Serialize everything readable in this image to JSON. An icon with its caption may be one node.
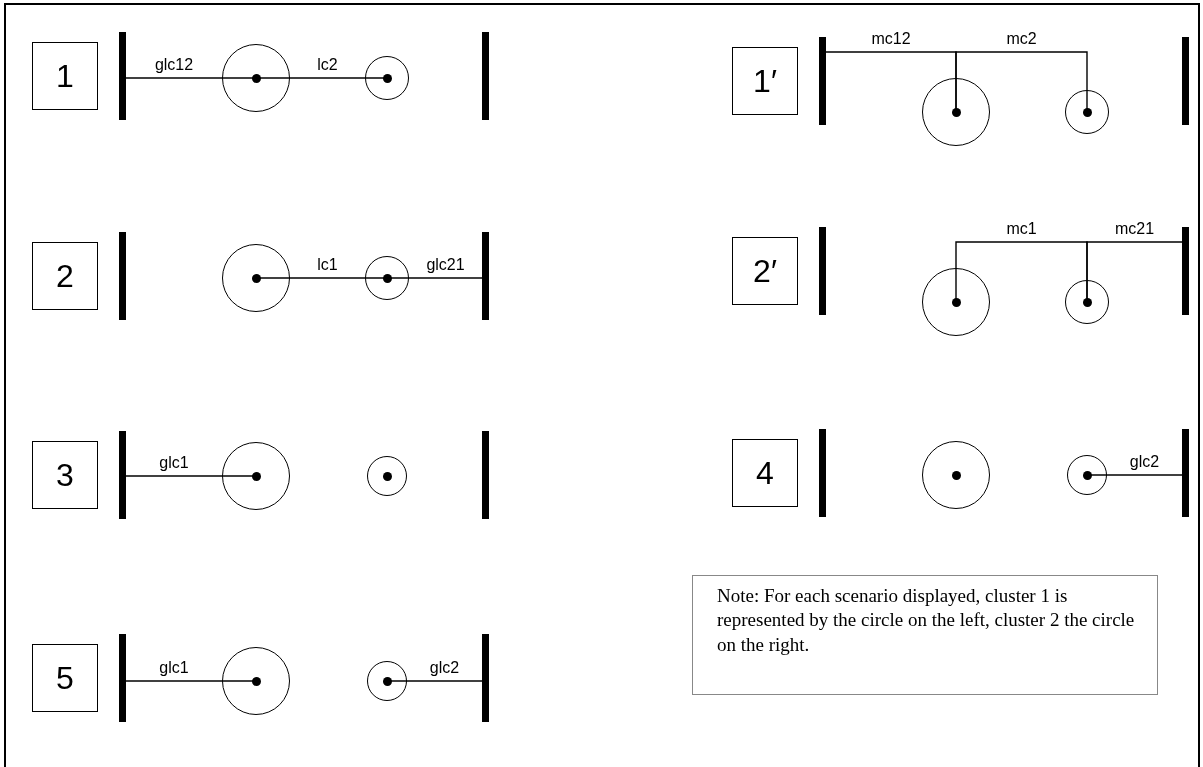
{
  "diagram": {
    "nodes": [
      {
        "text": [
          "1"
        ]
      },
      {
        "text": [],
        "shape": "bar"
      },
      {
        "text": [],
        "shape": "circle"
      },
      {
        "text": [],
        "shape": "circle"
      },
      {
        "text": [],
        "shape": "bar"
      },
      {
        "text": [
          "1′"
        ]
      },
      {
        "text": [],
        "shape": "bar"
      },
      {
        "text": [],
        "shape": "circle"
      },
      {
        "text": [],
        "shape": "circle"
      },
      {
        "text": [],
        "shape": "bar"
      },
      {
        "text": [
          "2"
        ]
      },
      {
        "text": [],
        "shape": "bar"
      },
      {
        "text": [],
        "shape": "circle"
      },
      {
        "text": [],
        "shape": "circle"
      },
      {
        "text": [],
        "shape": "bar"
      },
      {
        "text": [
          "2′"
        ]
      },
      {
        "text": [],
        "shape": "bar"
      },
      {
        "text": [],
        "shape": "circle"
      },
      {
        "text": [],
        "shape": "circle"
      },
      {
        "text": [],
        "shape": "bar"
      },
      {
        "text": [
          "3"
        ]
      },
      {
        "text": [],
        "shape": "bar"
      },
      {
        "text": [],
        "shape": "circle"
      },
      {
        "text": [],
        "shape": "circle"
      },
      {
        "text": [],
        "shape": "bar"
      },
      {
        "text": [
          "4"
        ]
      },
      {
        "text": [],
        "shape": "bar"
      },
      {
        "text": [],
        "shape": "circle"
      },
      {
        "text": [],
        "shape": "circle"
      },
      {
        "text": [],
        "shape": "bar"
      },
      {
        "text": [
          "5"
        ]
      },
      {
        "text": [],
        "shape": "bar"
      },
      {
        "text": [],
        "shape": "circle"
      },
      {
        "text": [],
        "shape": "circle"
      },
      {
        "text": [],
        "shape": "bar"
      },
      {
        "text": [
          "Note: For each scenario displayed, cluster 1 is represented by the circle on the left, cluster 2 the circle on the right."
        ]
      }
    ],
    "edges": [
      {
        "from": 1,
        "to": 2,
        "arrow": "none",
        "label": "glc12"
      },
      {
        "from": 2,
        "to": 3,
        "arrow": "none",
        "label": "lc2"
      },
      {
        "from": 6,
        "to": 7,
        "arrow": "none",
        "label": "mc12"
      },
      {
        "from": 7,
        "to": 8,
        "arrow": "none",
        "label": "mc2"
      },
      {
        "from": 12,
        "to": 13,
        "arrow": "none",
        "label": "lc1"
      },
      {
        "from": 13,
        "to": 14,
        "arrow": "none",
        "label": "glc21"
      },
      {
        "from": 17,
        "to": 18,
        "arrow": "none",
        "label": "mc1"
      },
      {
        "from": 18,
        "to": 19,
        "arrow": "none",
        "label": "mc21"
      },
      {
        "from": 21,
        "to": 22,
        "arrow": "none",
        "label": "glc1"
      },
      {
        "from": 28,
        "to": 29,
        "arrow": "none",
        "label": "glc2"
      },
      {
        "from": 31,
        "to": 32,
        "arrow": "none",
        "label": "glc1"
      },
      {
        "from": 33,
        "to": 34,
        "arrow": "none",
        "label": "glc2"
      }
    ]
  }
}
